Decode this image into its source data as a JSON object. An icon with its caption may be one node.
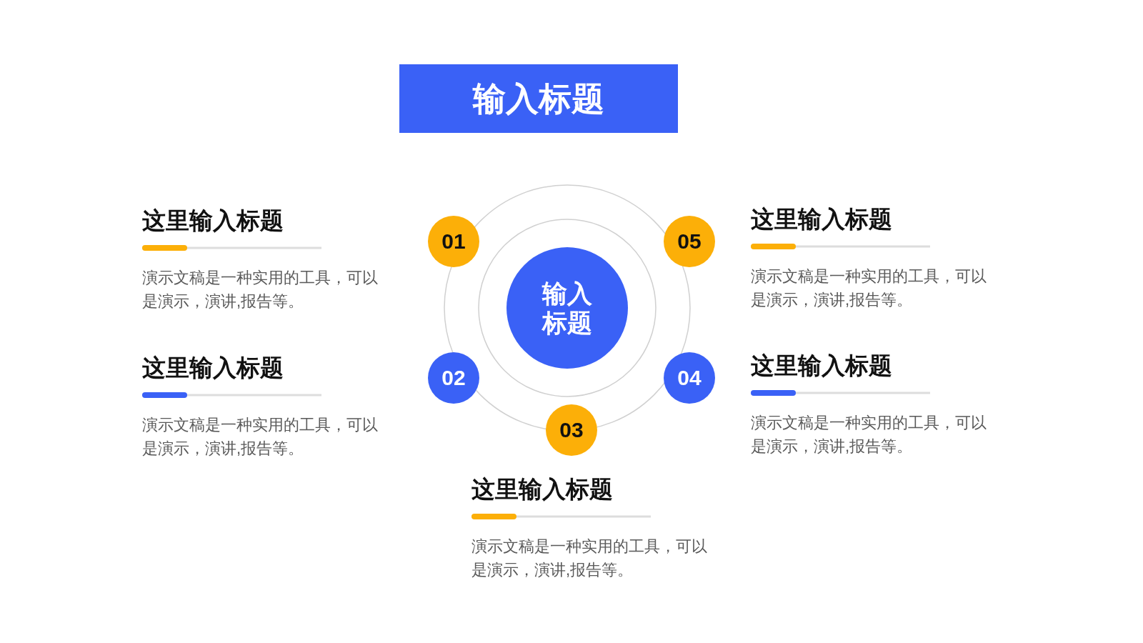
{
  "diagram": {
    "title": "输入标题",
    "nodes": [
      {
        "text": [
          "输入标题"
        ]
      },
      {
        "text": [
          "01"
        ],
        "beside": [
          "这里输入标题",
          "演示文稿是一种实用的工具，可以是演示，演讲,报告等。"
        ]
      },
      {
        "text": [
          "02"
        ],
        "beside": [
          "这里输入标题",
          "演示文稿是一种实用的工具，可以是演示，演讲,报告等。"
        ]
      },
      {
        "text": [
          "03"
        ],
        "beside": [
          "这里输入标题",
          "演示文稿是一种实用的工具，可以是演示，演讲,报告等。"
        ]
      },
      {
        "text": [
          "04"
        ],
        "beside": [
          "这里输入标题",
          "演示文稿是一种实用的工具，可以是演示，演讲,报告等。"
        ]
      },
      {
        "text": [
          "05"
        ],
        "beside": [
          "这里输入标题",
          "演示文稿是一种实用的工具，可以是演示，演讲,报告等。"
        ]
      }
    ]
  }
}
